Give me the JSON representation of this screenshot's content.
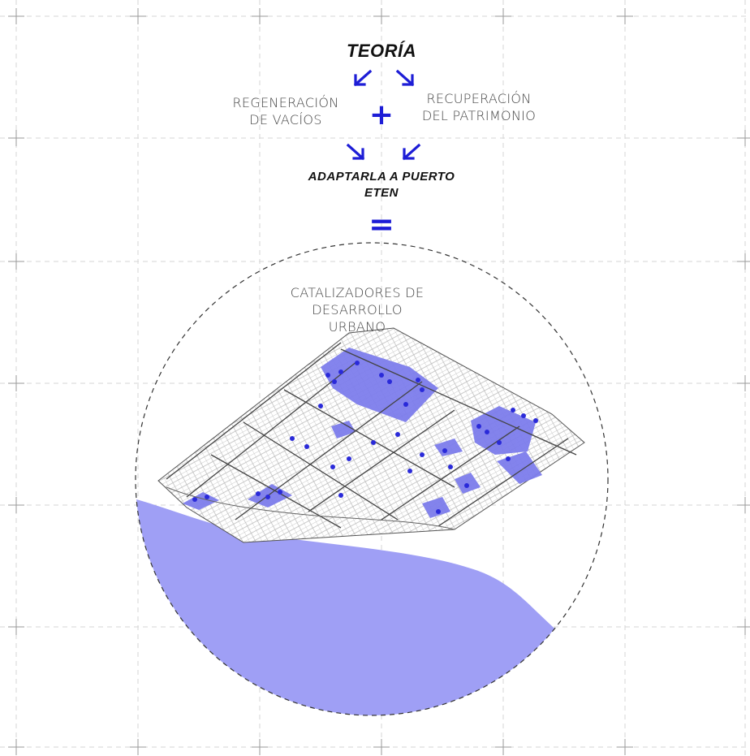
{
  "header": {
    "title": "TEORÍA"
  },
  "concepts": {
    "left_line1": "REGENERACIÓN",
    "left_line2": "DE VACÍOS",
    "right_line1": "RECUPERACIÓN",
    "right_line2": "DEL PATRIMONIO",
    "plus": "+"
  },
  "adapt": {
    "line1": "ADAPTARLA A PUERTO",
    "line2": "ETEN",
    "equals": "="
  },
  "result": {
    "line1": "CATALIZADORES DE DESARROLLO",
    "line2": "URBANO"
  },
  "colors": {
    "accent": "#1d1dd6",
    "sea": "#9f9ff5",
    "green_space": "#7d7dec",
    "trees": "#2a2ad9",
    "grid": "#d4d4d4"
  },
  "icons": {
    "arrow_1": "arrow-down-left-icon",
    "arrow_2": "arrow-down-right-icon",
    "arrow_3": "arrow-down-right-icon",
    "arrow_4": "arrow-down-left-icon"
  }
}
